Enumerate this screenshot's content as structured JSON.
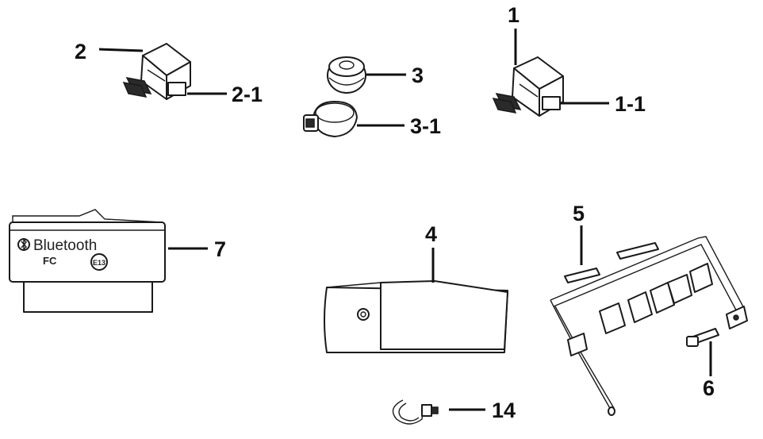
{
  "callouts": {
    "p1": "1",
    "p1_1": "1-1",
    "p2": "2",
    "p2_1": "2-1",
    "p3": "3",
    "p3_1": "3-1",
    "p4": "4",
    "p5": "5",
    "p6": "6",
    "p7": "7",
    "p14": "14"
  },
  "module_7": {
    "brand_text": "Bluetooth",
    "fcc_mark": "FC",
    "e_mark": "E13"
  },
  "colors": {
    "line": "#1a1a1a",
    "background": "#ffffff"
  }
}
